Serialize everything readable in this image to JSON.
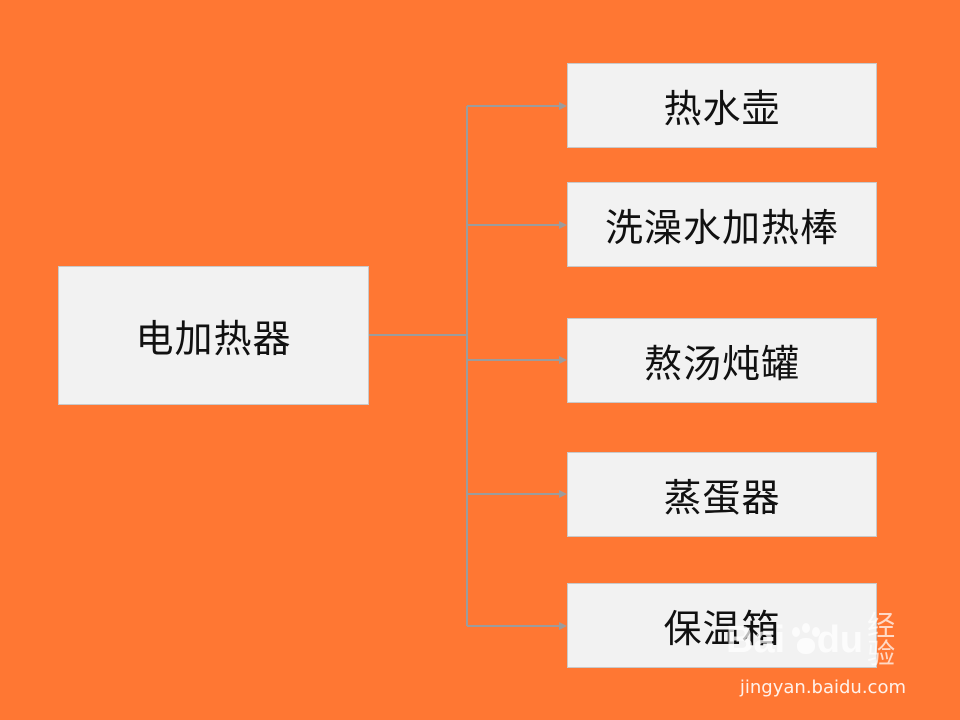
{
  "diagram": {
    "root": "电加热器",
    "children": [
      "热水壶",
      "洗澡水加热棒",
      "熬汤炖罐",
      "蒸蛋器",
      "保温箱"
    ],
    "colors": {
      "background": "#FF7733",
      "node_fill": "#F2F2F2",
      "node_border": "#C9C9C9",
      "connector": "#9C9C9C",
      "text": "#111111"
    }
  },
  "watermark": {
    "logo_text": "Bai",
    "logo_text_2": "du",
    "logo_suffix": "经验",
    "url": "jingyan.baidu.com",
    "icon": "baidu-paw-icon"
  }
}
